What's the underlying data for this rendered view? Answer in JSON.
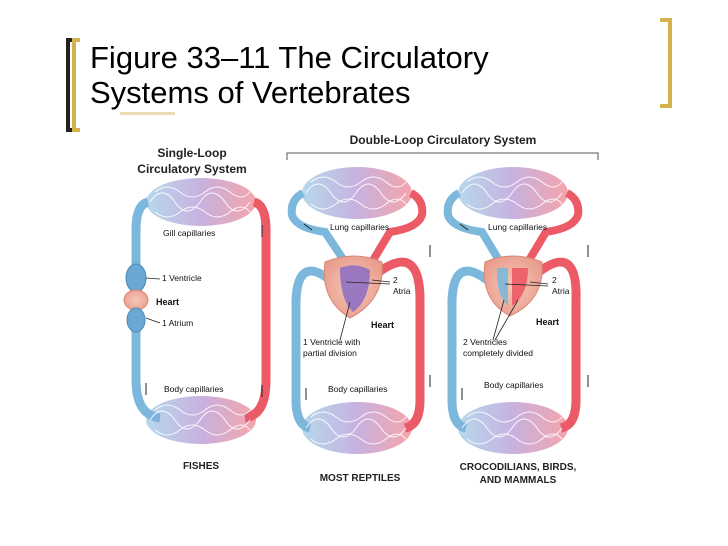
{
  "title": {
    "line1": "Figure 33–11   The Circulatory",
    "line2": "Systems of Vertebrates"
  },
  "colors": {
    "bracket": "#d4b24c",
    "oxygen_poor": "#7bb8dc",
    "oxygen_rich": "#ec5a66",
    "mixed": "#8b6cc4"
  },
  "diagram": {
    "single_loop_header": [
      "Single-Loop",
      "Circulatory System"
    ],
    "double_loop_header": "Double-Loop Circulatory System",
    "fishes": {
      "gill_capillaries": "Gill capillaries",
      "ventricle": "1 Ventricle",
      "heart": "Heart",
      "atrium": "1 Atrium",
      "body_capillaries": "Body capillaries",
      "caption": "FISHES"
    },
    "reptiles": {
      "lung_capillaries": "Lung capillaries",
      "atria": [
        "2",
        "Atria"
      ],
      "heart": "Heart",
      "ventricle_note": [
        "1 Ventricle with",
        "partial division"
      ],
      "body_capillaries": "Body capillaries",
      "caption": "MOST REPTILES"
    },
    "mammals": {
      "lung_capillaries": "Lung capillaries",
      "atria": [
        "2",
        "Atria"
      ],
      "heart": "Heart",
      "ventricle_note": [
        "2 Ventricles",
        "completely divided"
      ],
      "body_capillaries": "Body capillaries",
      "caption": [
        "CROCODILIANS, BIRDS,",
        "AND MAMMALS"
      ]
    }
  }
}
